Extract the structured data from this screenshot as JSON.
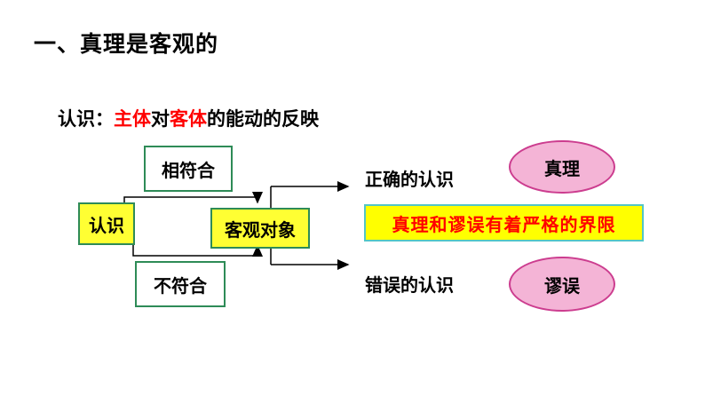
{
  "slide": {
    "title": "一、真理是客观的",
    "definition": {
      "prefix": "认识：",
      "subject": "主体",
      "mid": "对",
      "object": "客体",
      "suffix": "的能动的反映"
    }
  },
  "diagram": {
    "cognition_box": "认识",
    "match_box": "相符合",
    "mismatch_box": "不符合",
    "object_box": "客观对象",
    "correct_label": "正确的认识",
    "wrong_label": "错误的认识",
    "truth_ellipse": "真理",
    "error_ellipse": "谬误",
    "boundary_banner": "真理和谬误有着严格的界限"
  },
  "colors": {
    "box_border": "#2e8b57",
    "highlight_yellow": "#ffff33",
    "emphasis_red": "#ff0000",
    "ellipse_fill": "#f4b4d6",
    "ellipse_border": "#cc3d8f",
    "banner_border": "#53c6c6"
  }
}
